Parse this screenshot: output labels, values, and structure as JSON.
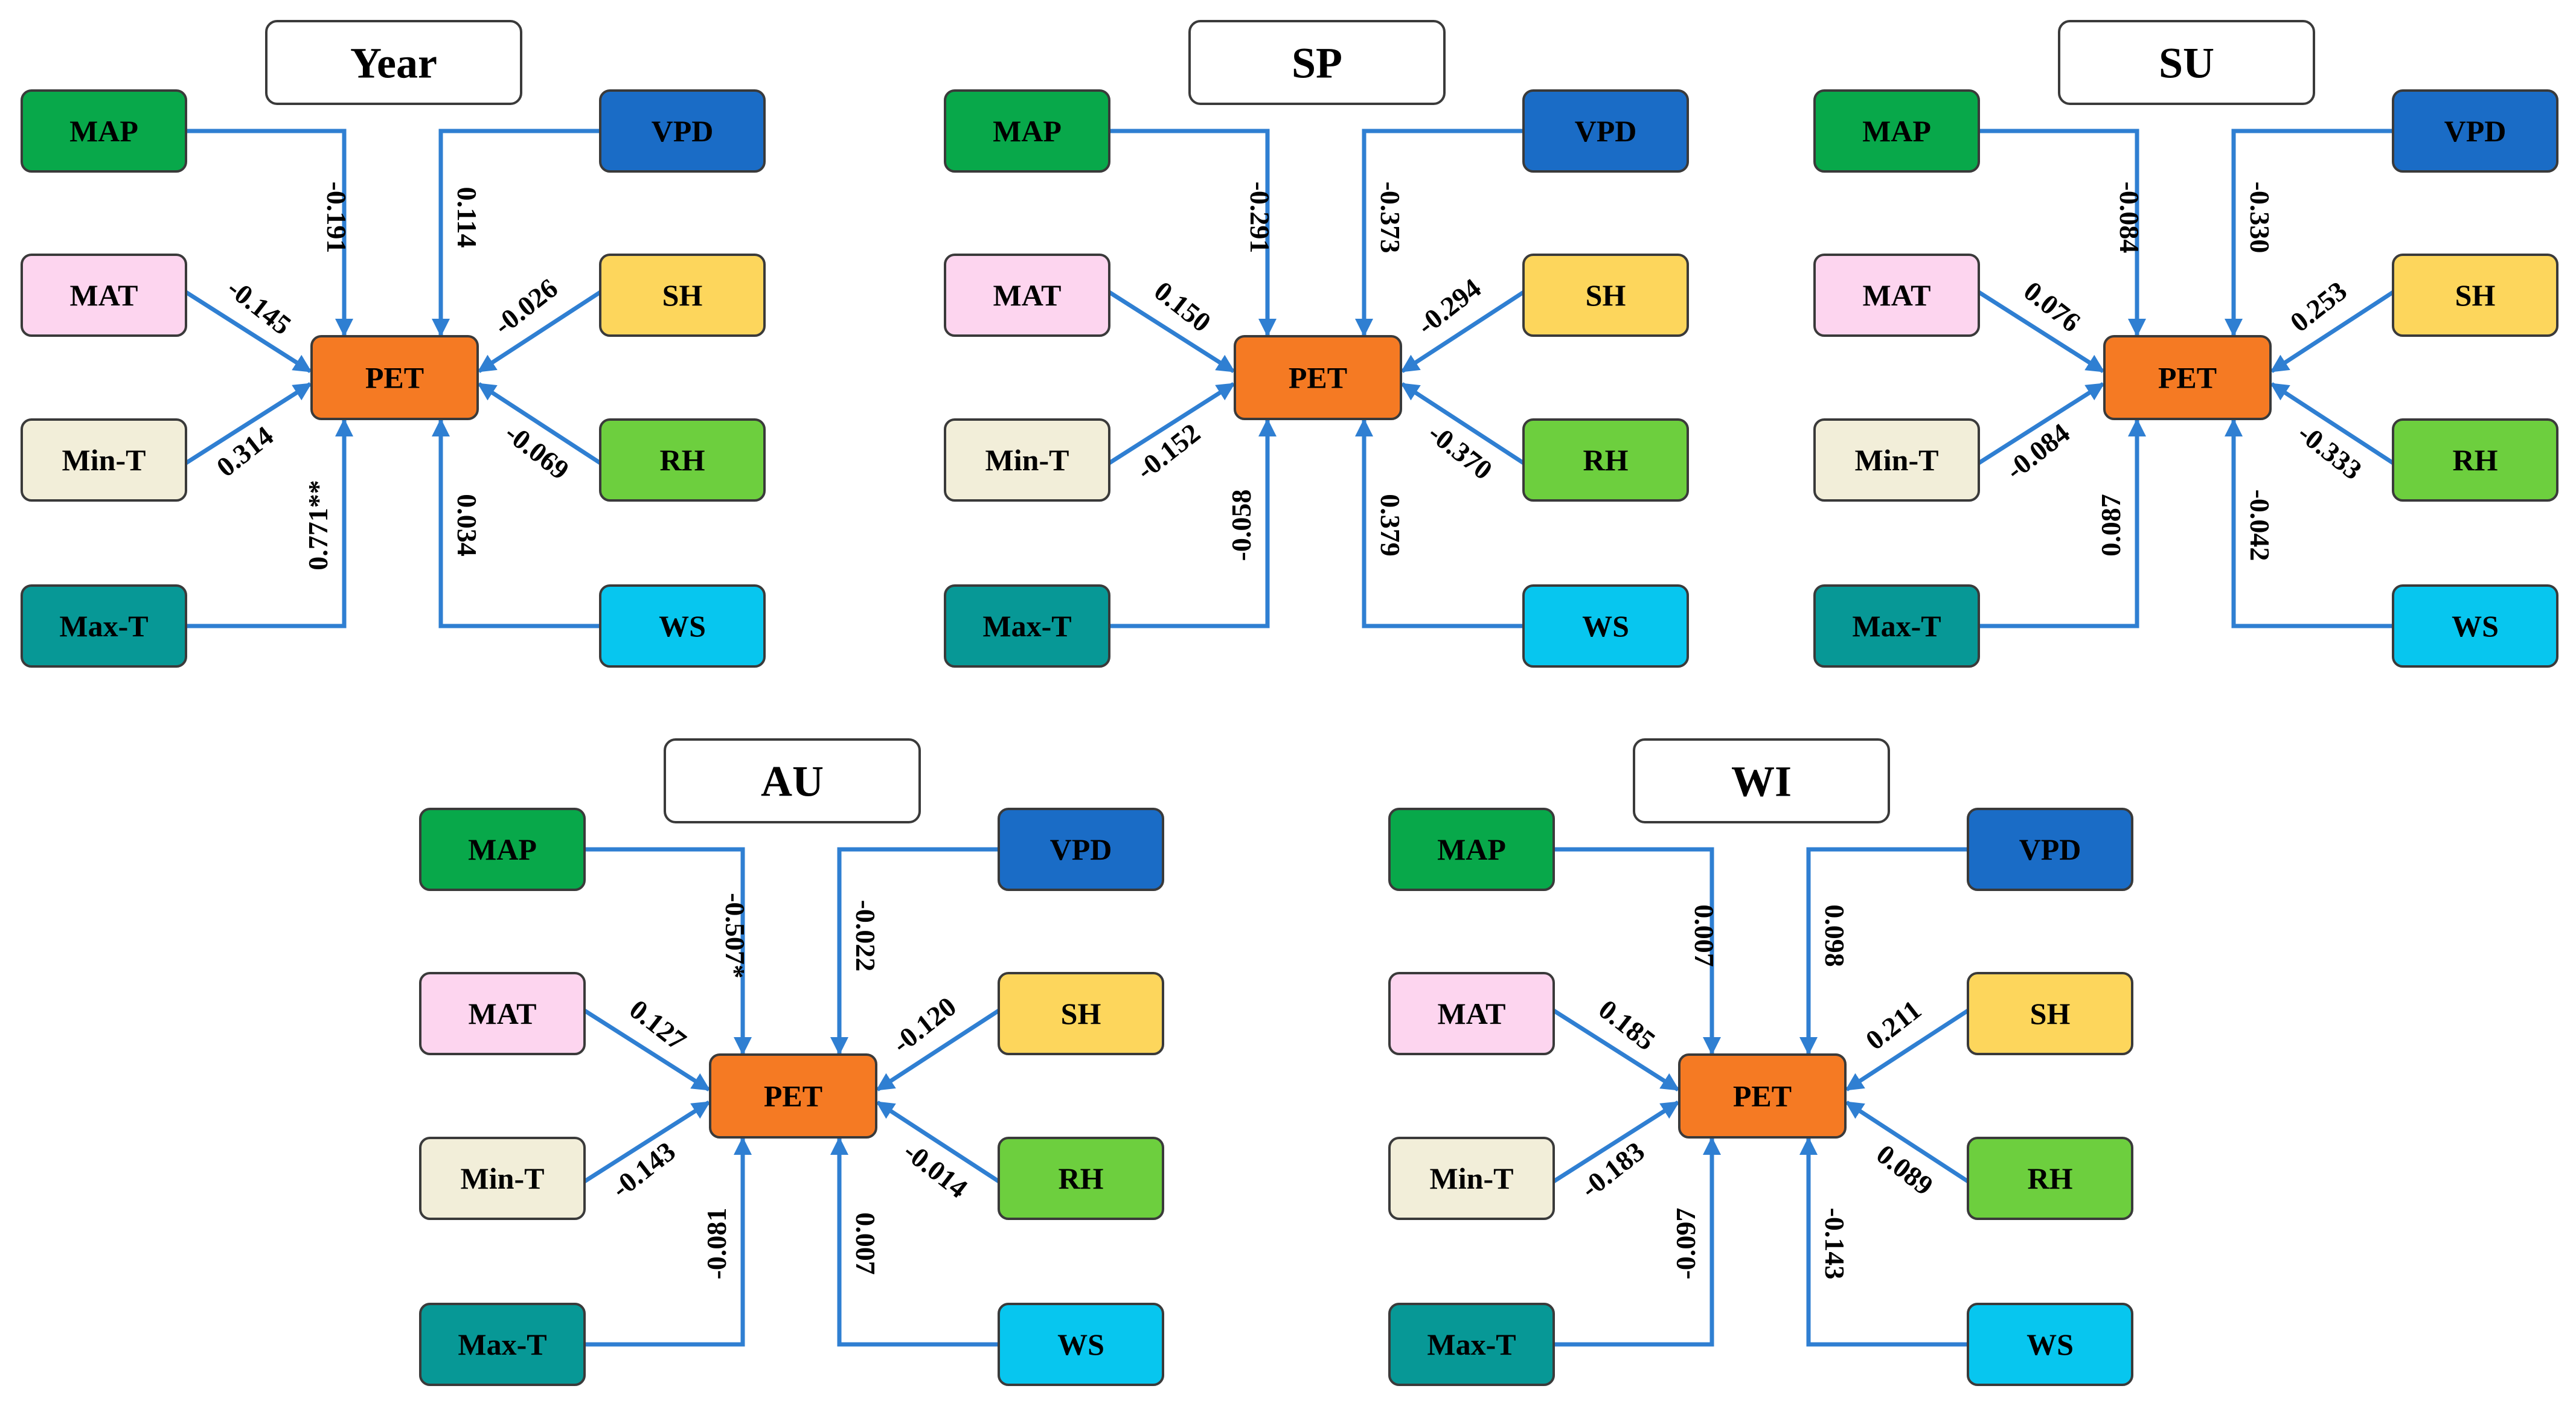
{
  "node_labels": {
    "MAP": "MAP",
    "MAT": "MAT",
    "MinT": "Min-T",
    "MaxT": "Max-T",
    "VPD": "VPD",
    "SH": "SH",
    "RH": "RH",
    "WS": "WS",
    "PET": "PET"
  },
  "node_colors": {
    "MAP": "#08a84a",
    "MAT": "#fdd5ef",
    "MinT": "#f2eed9",
    "MaxT": "#079896",
    "VPD": "#1a6cc6",
    "SH": "#fdd65c",
    "RH": "#6dcf3e",
    "WS": "#07c6ef",
    "PET": "#f57a23",
    "arrow": "#2f7fd2"
  },
  "panels": [
    {
      "title": "Year",
      "coefficients": {
        "MAP": "-0.191",
        "MAT": "-0.145",
        "MinT": "0.314",
        "MaxT": "0.771**",
        "VPD": "0.114",
        "SH": "-0.026",
        "RH": "-0.069",
        "WS": "0.034"
      }
    },
    {
      "title": "SP",
      "coefficients": {
        "MAP": "-0.291",
        "MAT": "0.150",
        "MinT": "-0.152",
        "MaxT": "-0.058",
        "VPD": "-0.373",
        "SH": "-0.294",
        "RH": "-0.370",
        "WS": "0.379"
      }
    },
    {
      "title": "SU",
      "coefficients": {
        "MAP": "-0.084",
        "MAT": "0.076",
        "MinT": "-0.084",
        "MaxT": "0.087",
        "VPD": "-0.330",
        "SH": "0.253",
        "RH": "-0.333",
        "WS": "-0.042"
      }
    },
    {
      "title": "AU",
      "coefficients": {
        "MAP": "-0.507*",
        "MAT": "0.127",
        "MinT": "-0.143",
        "MaxT": "-0.081",
        "VPD": "-0.022",
        "SH": "-0.120",
        "RH": "-0.014",
        "WS": "0.007"
      }
    },
    {
      "title": "WI",
      "coefficients": {
        "MAP": "0.007",
        "MAT": "0.185",
        "MinT": "-0.183",
        "MaxT": "-0.097",
        "VPD": "0.098",
        "SH": "0.211",
        "RH": "0.089",
        "WS": "-0.143"
      }
    }
  ]
}
